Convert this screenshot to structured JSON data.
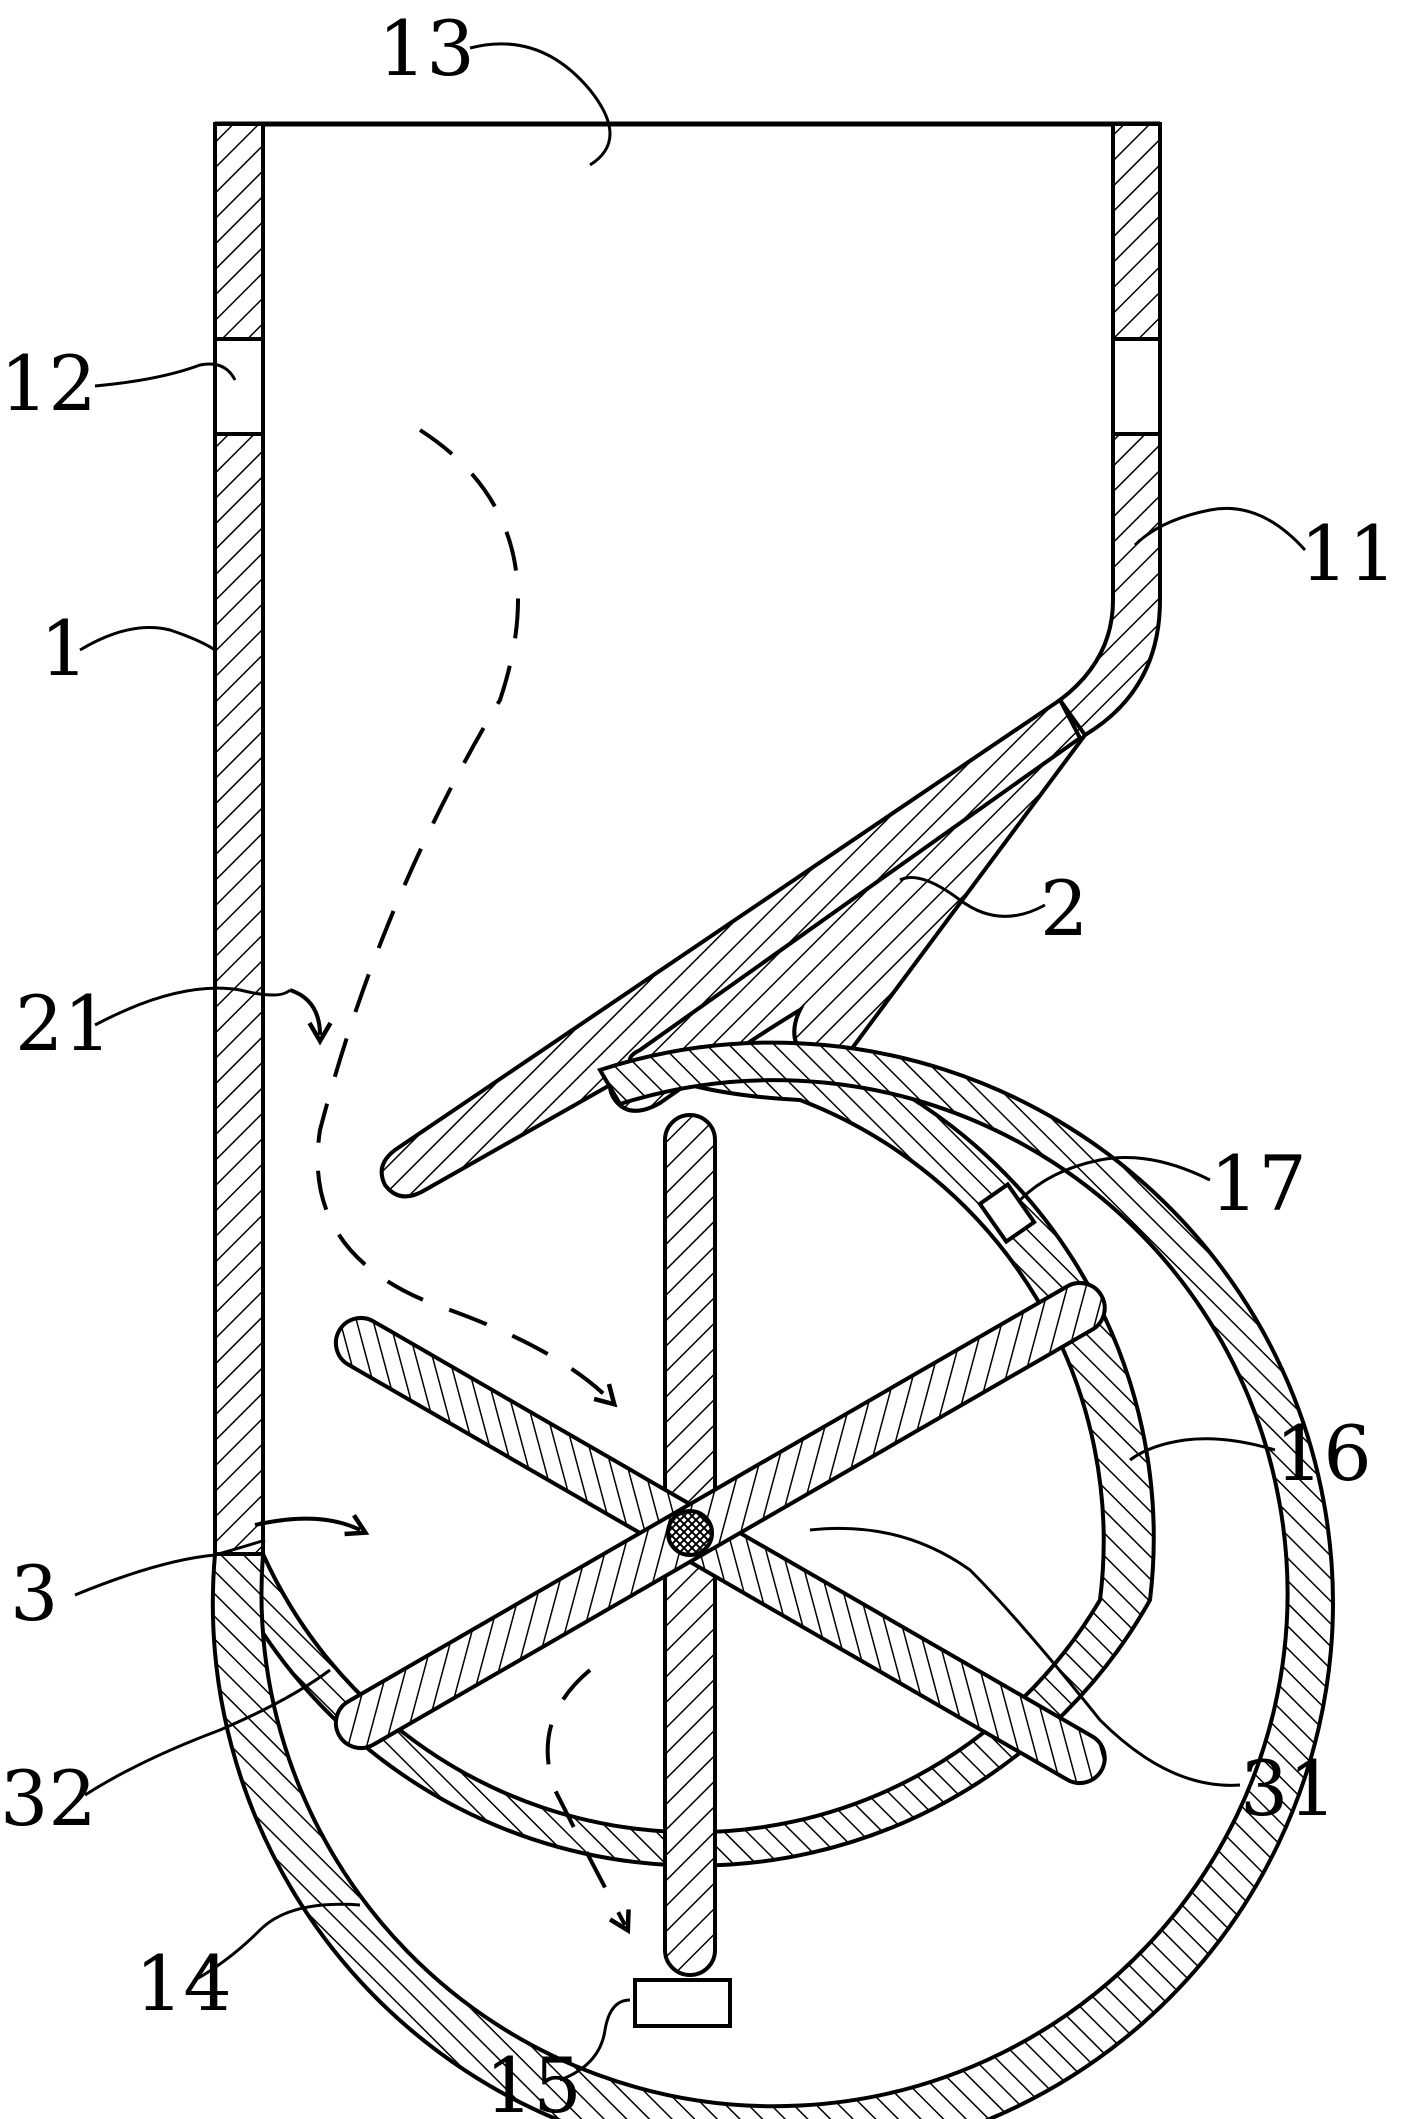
{
  "figure": {
    "labels": {
      "housing": "1",
      "bend": "11",
      "side_vent": "12",
      "inlet_opening": "13",
      "rounded_bottom": "14",
      "outlet": "15",
      "wheel_chamber": "16",
      "chamber_vent": "17",
      "baffle": "2",
      "baffle_tip": "21",
      "impeller": "3",
      "shaft": "31",
      "blade": "32"
    },
    "colors": {
      "line": "#000000",
      "background": "#ffffff",
      "hatch": "#000000"
    }
  }
}
